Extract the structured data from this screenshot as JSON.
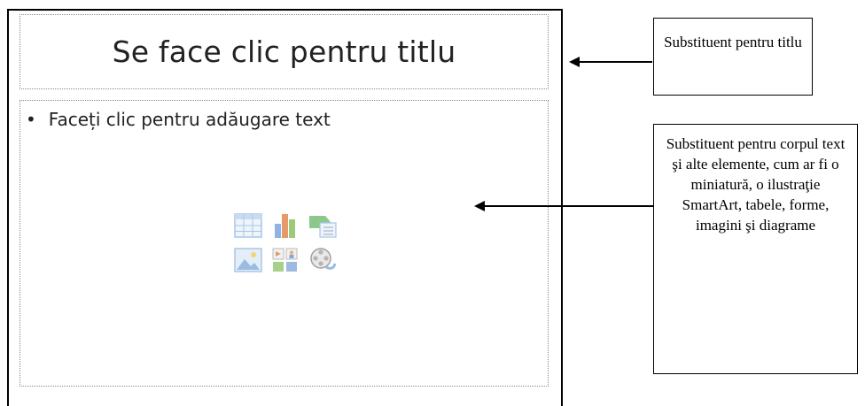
{
  "slide": {
    "title_placeholder": "Se face clic pentru titlu",
    "body_bullet": "Faceți clic pentru adăugare text",
    "bullet_glyph": "•",
    "content_icons": [
      {
        "name": "insert-table-icon",
        "accent": "#7eb3e0"
      },
      {
        "name": "insert-chart-icon",
        "accent": "#e07f4a"
      },
      {
        "name": "insert-smartart-icon",
        "accent": "#5aa35a"
      },
      {
        "name": "insert-picture-icon",
        "accent": "#6f9fd0"
      },
      {
        "name": "insert-clipart-icon",
        "accent": "#8fb960"
      },
      {
        "name": "insert-media-icon",
        "accent": "#8a8a8a"
      }
    ]
  },
  "callouts": {
    "title_label": "Substituent pentru titlu",
    "body_label": "Substituent pentru corpul text şi alte elemente, cum ar fi o miniatură, o ilustraţie SmartArt, tabele, forme, imagini şi diagrame"
  }
}
